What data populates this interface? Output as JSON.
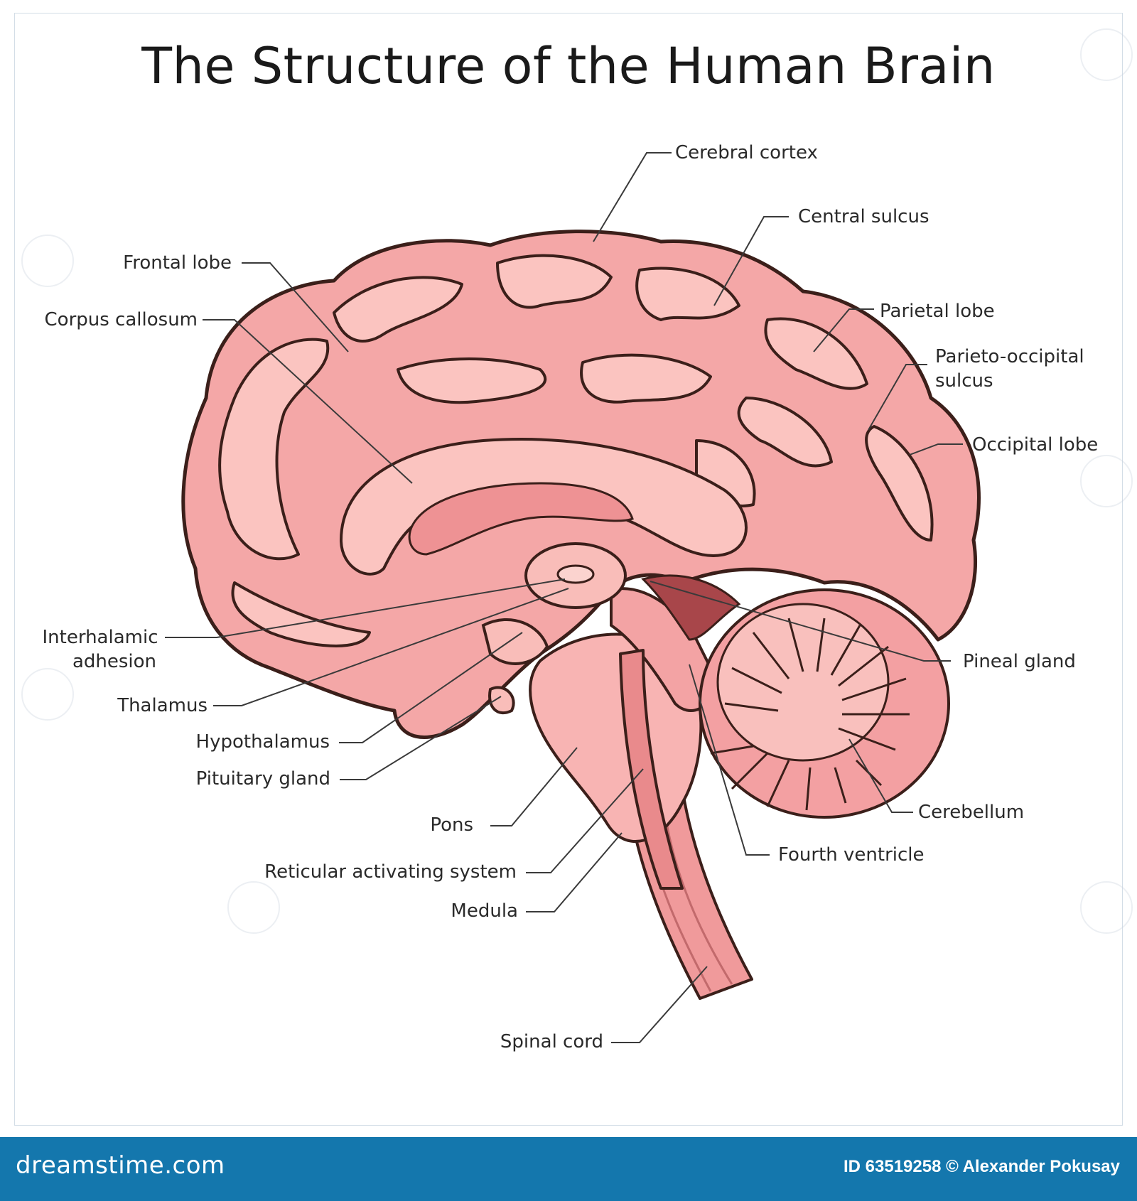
{
  "title": "The Structure of the Human Brain",
  "colors": {
    "brain_fill": "#f4a7a7",
    "brain_light": "#fbc4c0",
    "brain_dark": "#e98a8c",
    "outline": "#3b1f1a",
    "leader": "#3a3a3a",
    "footer": "#1477ad"
  },
  "labels": {
    "cerebral_cortex": "Cerebral cortex",
    "central_sulcus": "Central sulcus",
    "frontal_lobe": "Frontal lobe",
    "corpus_callosum": "Corpus callosum",
    "parietal_lobe": "Parietal lobe",
    "parieto_occipital_1": "Parieto-occipital",
    "parieto_occipital_2": "sulcus",
    "occipital_lobe": "Occipital lobe",
    "interhalamic_1": "Interhalamic",
    "interhalamic_2": "adhesion",
    "thalamus": "Thalamus",
    "pineal_gland": "Pineal gland",
    "hypothalamus": "Hypothalamus",
    "pituitary_gland": "Pituitary gland",
    "cerebellum": "Cerebellum",
    "pons": "Pons",
    "fourth_ventricle": "Fourth ventricle",
    "reticular": "Reticular activating system",
    "medula": "Medula",
    "spinal_cord": "Spinal cord"
  },
  "footer": {
    "logo": "dreamstime.com",
    "credit": "ID 63519258 © Alexander Pokusay"
  }
}
